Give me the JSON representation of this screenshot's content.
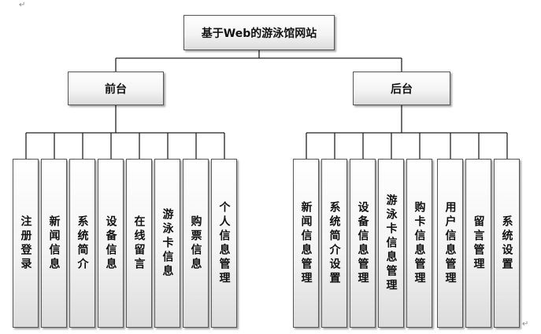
{
  "root": {
    "label": "基于Web的游泳馆网站"
  },
  "front": {
    "label": "前台",
    "modules": [
      "注册登录",
      "新闻信息",
      "系统简介",
      "设备信息",
      "在线留言",
      "游泳卡信息",
      "购票信息",
      "个人信息管理"
    ]
  },
  "back": {
    "label": "后台",
    "modules": [
      "新闻信息管理",
      "系统简介设置",
      "设备信息管理",
      "游泳卡信息管理",
      "购卡信息管理",
      "用户信息管理",
      "留言管理",
      "系统设置"
    ]
  },
  "paragraph_mark": "↵"
}
